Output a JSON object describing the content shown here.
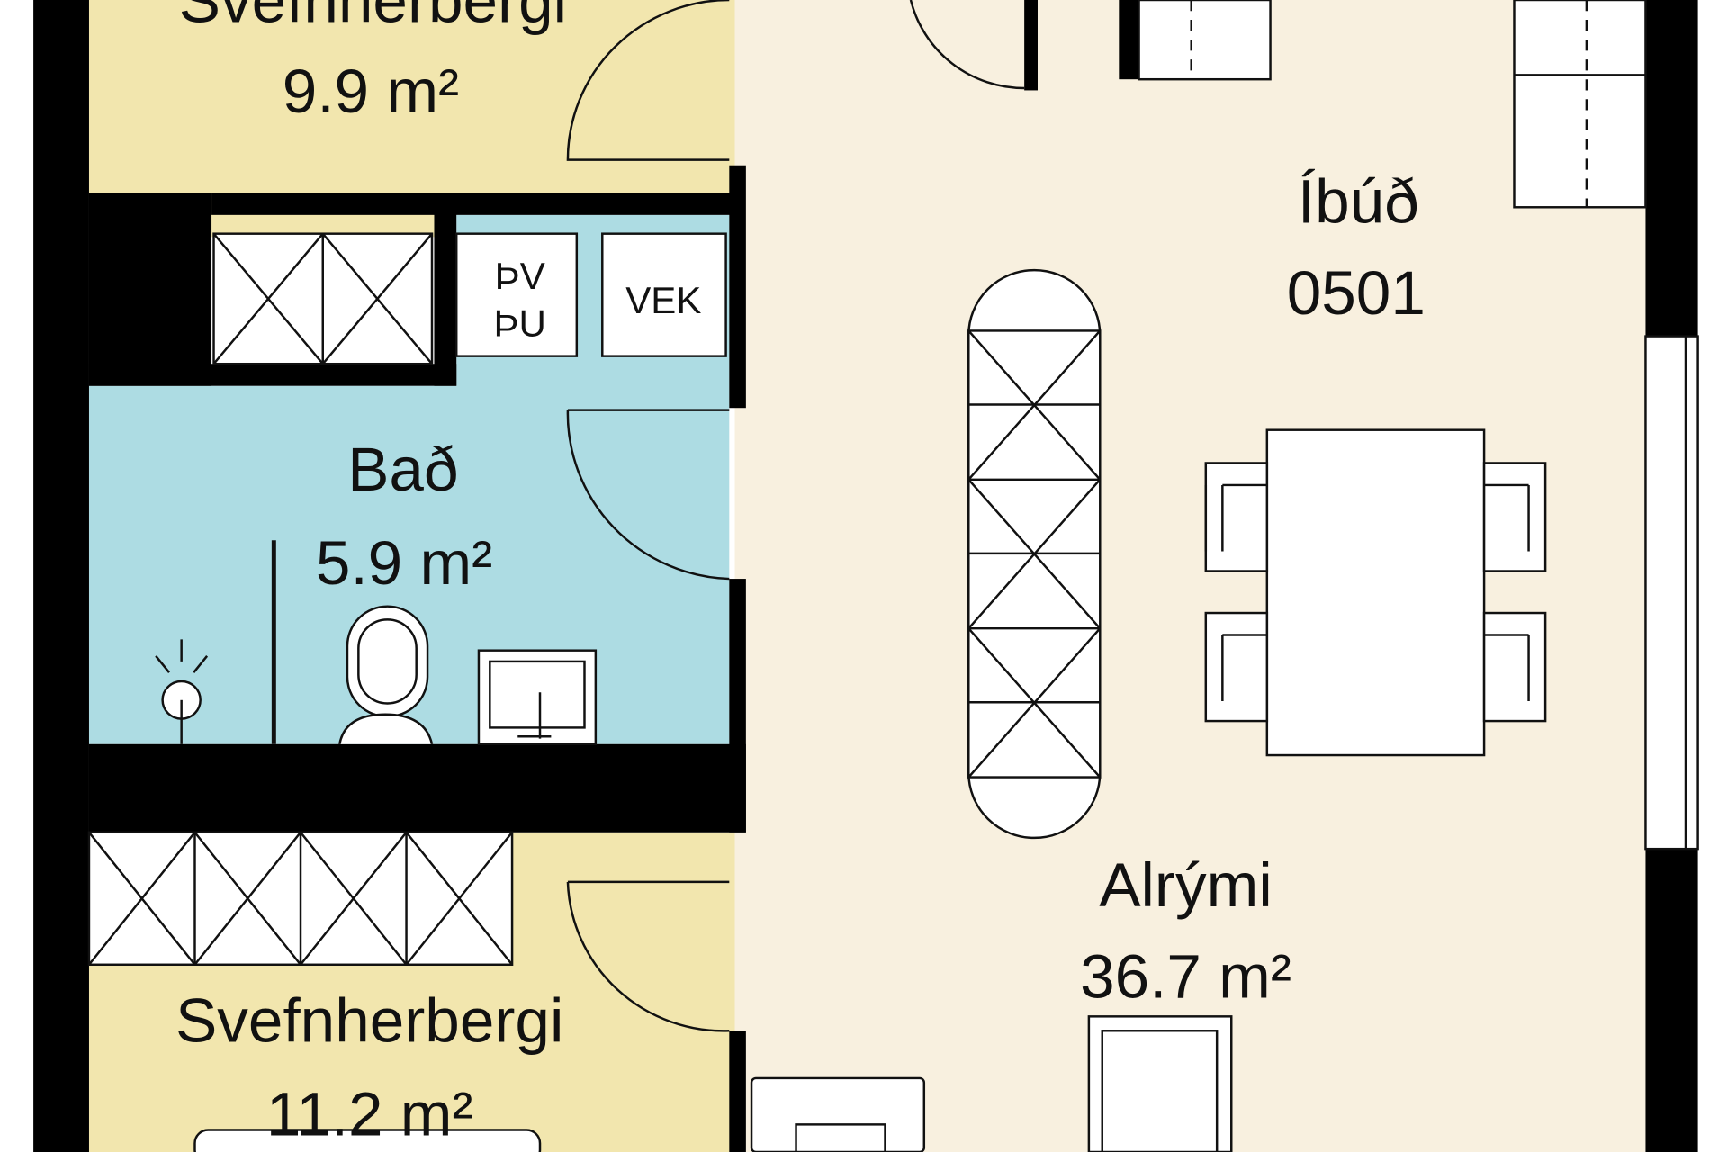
{
  "plan": {
    "unit": {
      "name": "Íbúð",
      "number": "0501"
    },
    "rooms": [
      {
        "name": "Svefnherbergi",
        "area": "9.9 m²"
      },
      {
        "name": "Bað",
        "area": "5.9 m²"
      },
      {
        "name": "Alrými",
        "area": "36.7 m²"
      },
      {
        "name": "Svefnherbergi",
        "area": "11.2 m²"
      }
    ],
    "appliances": {
      "washer_dryer_line1": "ÞV",
      "washer_dryer_line2": "ÞU",
      "water_heater": "VEK"
    }
  },
  "colors": {
    "bedroom": "#F2E6AE",
    "bath": "#ADDCE3",
    "living": "#F8F0DF",
    "wall": "#000000"
  }
}
